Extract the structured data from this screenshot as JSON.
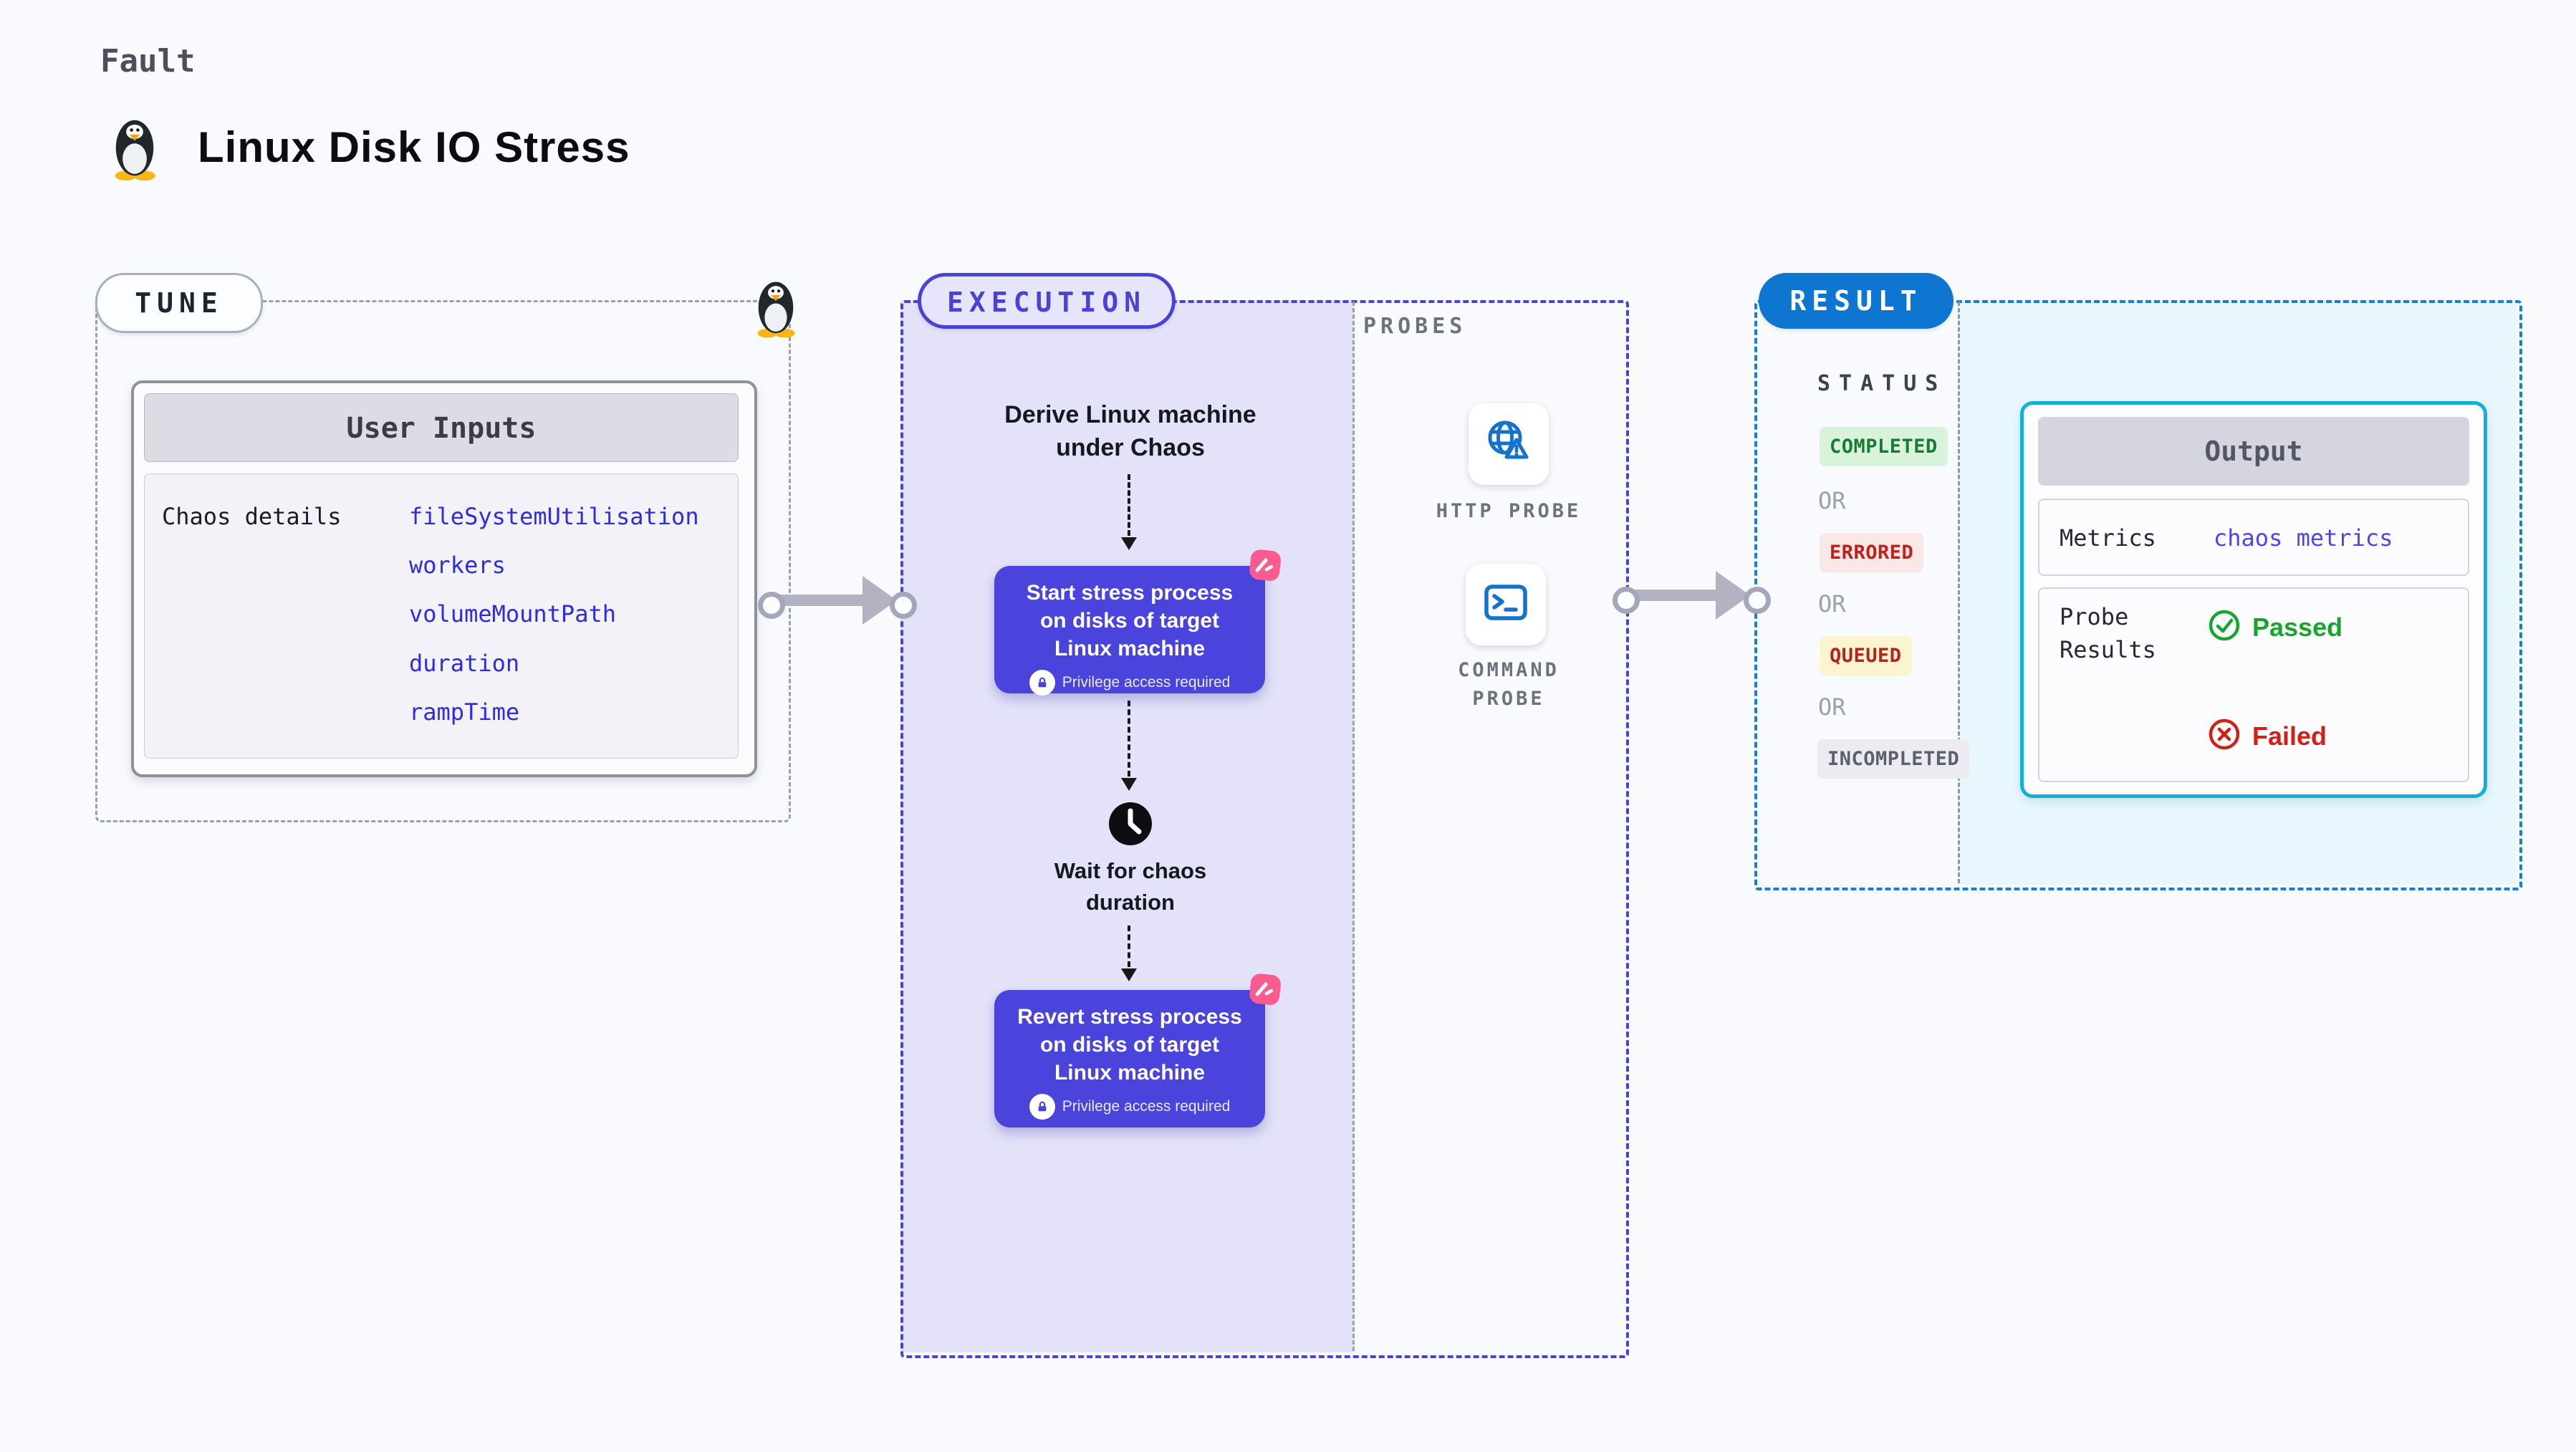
{
  "page": {
    "fault_label": "Fault",
    "title": "Linux Disk IO Stress"
  },
  "colors": {
    "page_bg": "#f9fafd",
    "indigo_accent": "#4a42d6",
    "indigo_fill": "#e3e2f9",
    "blue_accent": "#0e76d0",
    "cyan_accent": "#12aede",
    "cyan_fill": "#e8f7fd",
    "pink_accent": "#fb5b8f",
    "link_blue": "#2c2ce0",
    "green": "#17a62c",
    "red": "#d32017",
    "gray_dash": "#9aa1ad"
  },
  "tune": {
    "badge": "TUNE",
    "card_title": "User Inputs",
    "row_label": "Chaos details",
    "inputs": [
      "fileSystemUtilisation",
      "workers",
      "volumeMountPath",
      "duration",
      "rampTime"
    ]
  },
  "execution": {
    "badge": "EXECUTION",
    "derive_text": "Derive Linux machine under Chaos",
    "step1_text": "Start stress process on disks of target Linux machine",
    "wait_text": "Wait for chaos duration",
    "step2_text": "Revert stress process on disks of target Linux machine",
    "privilege_note": "Privilege access required",
    "probes": {
      "title": "PROBES",
      "items": [
        {
          "label": "HTTP PROBE",
          "icon": "globe-alert-icon"
        },
        {
          "label": "COMMAND PROBE",
          "icon": "terminal-icon"
        }
      ]
    }
  },
  "result": {
    "badge": "RESULT",
    "status_label": "STATUS",
    "or_label": "OR",
    "statuses": [
      "COMPLETED",
      "ERRORED",
      "QUEUED",
      "INCOMPLETED"
    ],
    "output": {
      "title": "Output",
      "metrics_label": "Metrics",
      "metrics_value": "chaos metrics",
      "probe_results_label": "Probe Results",
      "passed_label": "Passed",
      "failed_label": "Failed"
    }
  }
}
